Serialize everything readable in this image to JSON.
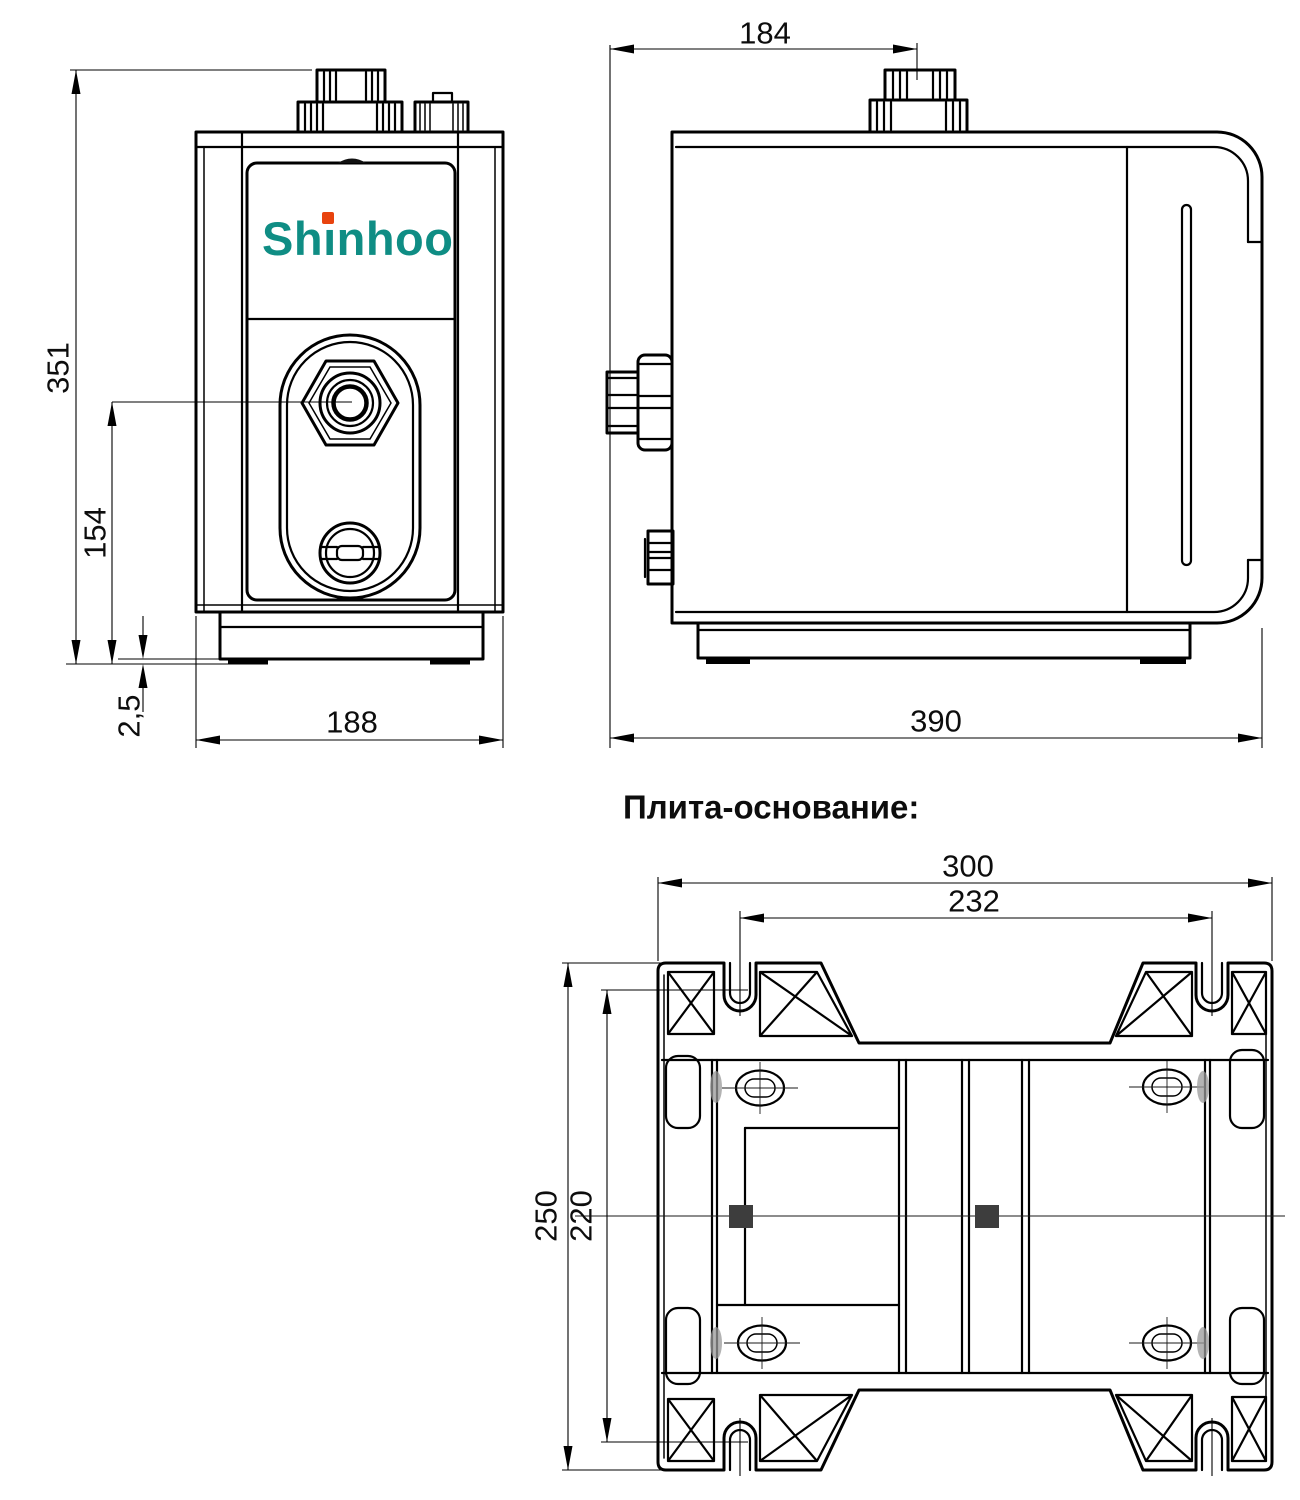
{
  "drawing_title": "Плита-основание:",
  "logo": {
    "text": "Shinhoo",
    "pre": "Sh",
    "dotless_i": "ı",
    "post": "nhoo",
    "color": "#0f8d84",
    "dot_color": "#e8430e"
  },
  "front_view": {
    "dim_overall_height_mm": "351",
    "dim_port_axis_height_mm": "154",
    "dim_foot_height_mm": "2,5",
    "dim_overall_width_mm": "188"
  },
  "side_view": {
    "dim_connector_offset_mm": "184",
    "dim_overall_depth_mm": "390"
  },
  "base_plate_view": {
    "title": "Плита-основание:",
    "dim_overall_width_mm": "300",
    "dim_notch_spacing_mm": "232",
    "dim_overall_depth_mm": "250",
    "dim_inner_depth_mm": "220"
  },
  "colors": {
    "line": "#000000",
    "background": "#ffffff",
    "square_marker": "#3d3d3d"
  }
}
